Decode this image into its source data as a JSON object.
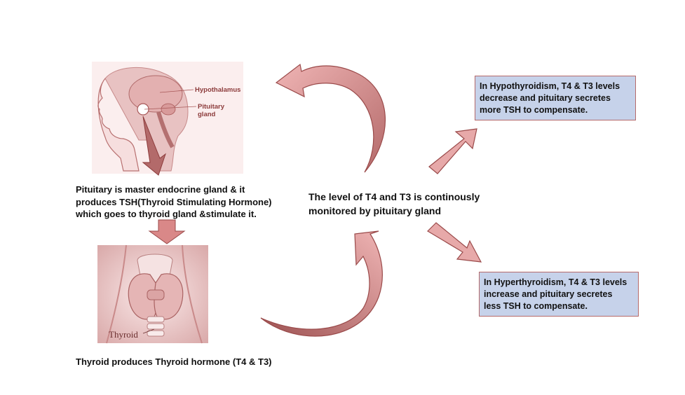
{
  "pituitary_figure": {
    "label_hypothalamus": "Hypothalamus",
    "label_pituitary_line1": "Pituitary",
    "label_pituitary_line2": "gland"
  },
  "thyroid_figure": {
    "label_thyroid": "Thyroid"
  },
  "pituitary_text": "Pituitary is master endocrine gland & it\nproduces TSH(Thyroid Stimulating Hormone)\nwhich goes to thyroid gland &stimulate it.",
  "thyroid_text": "Thyroid produces Thyroid hormone (T4 & T3)",
  "center_text": "The level of T4  and  T3 is continously\nmonitored  by pituitary  gland",
  "hypo_box": "In Hypothyroidism, T4 & T3 levels\ndecrease and pituitary secretes\n more TSH to compensate.",
  "hyper_box": "In Hyperthyroidism, T4 & T3 levels\nincrease and pituitary secretes\n less TSH to compensate.",
  "colors": {
    "arrow_fill": "#e7a9a9",
    "arrow_stroke": "#9a4a4a",
    "box_fill": "#c6d2ea",
    "illustration_tone": "#c98080"
  }
}
